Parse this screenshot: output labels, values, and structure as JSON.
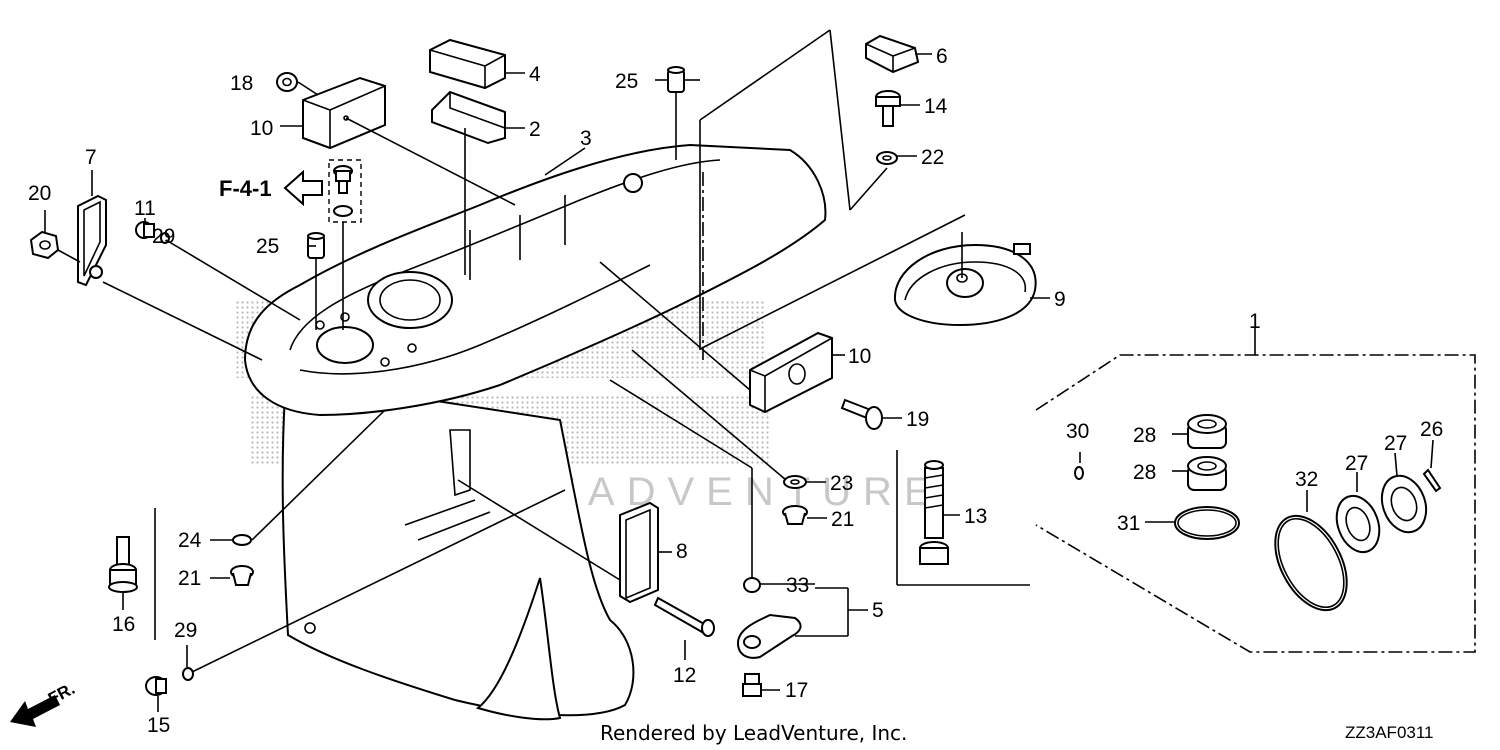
{
  "diagram": {
    "callouts": [
      {
        "id": "c1",
        "label": "1"
      },
      {
        "id": "c2",
        "label": "2"
      },
      {
        "id": "c3",
        "label": "3"
      },
      {
        "id": "c4",
        "label": "4"
      },
      {
        "id": "c5",
        "label": "5"
      },
      {
        "id": "c6",
        "label": "6"
      },
      {
        "id": "c7",
        "label": "7"
      },
      {
        "id": "c8",
        "label": "8"
      },
      {
        "id": "c9",
        "label": "9"
      },
      {
        "id": "c10a",
        "label": "10"
      },
      {
        "id": "c10b",
        "label": "10"
      },
      {
        "id": "c11",
        "label": "11"
      },
      {
        "id": "c12",
        "label": "12"
      },
      {
        "id": "c13",
        "label": "13"
      },
      {
        "id": "c14",
        "label": "14"
      },
      {
        "id": "c15",
        "label": "15"
      },
      {
        "id": "c16",
        "label": "16"
      },
      {
        "id": "c17",
        "label": "17"
      },
      {
        "id": "c18",
        "label": "18"
      },
      {
        "id": "c19",
        "label": "19"
      },
      {
        "id": "c20",
        "label": "20"
      },
      {
        "id": "c21a",
        "label": "21"
      },
      {
        "id": "c21b",
        "label": "21"
      },
      {
        "id": "c22",
        "label": "22"
      },
      {
        "id": "c23",
        "label": "23"
      },
      {
        "id": "c24",
        "label": "24"
      },
      {
        "id": "c25a",
        "label": "25"
      },
      {
        "id": "c25b",
        "label": "25"
      },
      {
        "id": "c26",
        "label": "26"
      },
      {
        "id": "c27a",
        "label": "27"
      },
      {
        "id": "c27b",
        "label": "27"
      },
      {
        "id": "c28a",
        "label": "28"
      },
      {
        "id": "c28b",
        "label": "28"
      },
      {
        "id": "c29a",
        "label": "29"
      },
      {
        "id": "c29b",
        "label": "29"
      },
      {
        "id": "c30",
        "label": "30"
      },
      {
        "id": "c31",
        "label": "31"
      },
      {
        "id": "c32",
        "label": "32"
      },
      {
        "id": "c33",
        "label": "33"
      }
    ],
    "reference": "F-4-1",
    "front_marker": "FR.",
    "footer": "Rendered by LeadVenture, Inc.",
    "figure_code": "ZZ3AF0311",
    "watermark_sub": "LEADVENTURE"
  }
}
